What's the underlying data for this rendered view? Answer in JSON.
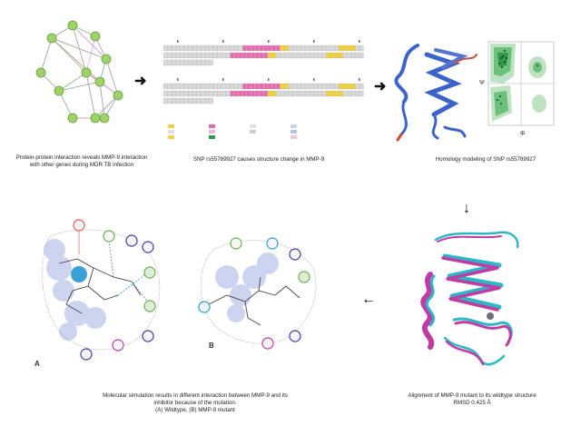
{
  "captions": {
    "ppi": [
      "Protein-protein interaction reveals MMP-9 interaction",
      "with other genes during MDR TB infection"
    ],
    "snp": "SNP rs55789927 causes structure change in MMP-9",
    "homology": "Homology modeling of SNP rs55789927",
    "alignment": [
      "Alignment of MMP-9 mutant to its wildtype structure",
      "RMSD 0.425 Å"
    ],
    "molsim": [
      "Molecular simulation results in different interaction between MMP-9 and its",
      "inhibitor because of the mutation.",
      "(A) Wildtype, (B) MMP-9 mutant"
    ]
  },
  "panel_labels": {
    "a": "A",
    "b": "B"
  },
  "ramachandran": {
    "y_axis": "Ψ",
    "x_axis": "Φ"
  },
  "arrows": {
    "right1": "➜",
    "right2": "➜",
    "down": "↓",
    "left": "←"
  },
  "colors": {
    "node": "#9ed36a",
    "node_stroke": "#6a9a3c",
    "helix": "#e86bb0",
    "strand": "#f2d23c",
    "coil": "#d9d9d9",
    "wildtype": "#2bb8c6",
    "mutant": "#c23aa4",
    "protein_blue": "#3b63c9"
  }
}
